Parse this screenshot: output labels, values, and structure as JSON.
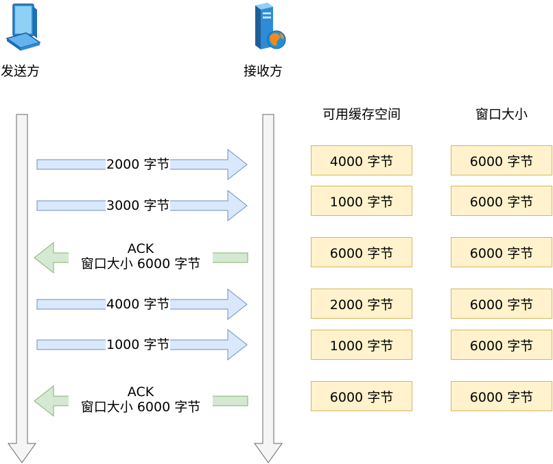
{
  "sender": {
    "label": "发送方",
    "icon": "laptop-icon"
  },
  "receiver": {
    "label": "接收方",
    "icon": "server-globe-icon"
  },
  "table": {
    "headers": [
      "可用缓存空间",
      "窗口大小"
    ],
    "rows": [
      {
        "available": "4000 字节",
        "window": "6000 字节"
      },
      {
        "available": "1000 字节",
        "window": "6000 字节"
      },
      {
        "available": "6000 字节",
        "window": "6000 字节"
      },
      {
        "available": "2000 字节",
        "window": "6000 字节"
      },
      {
        "available": "1000 字节",
        "window": "6000 字节"
      },
      {
        "available": "6000 字节",
        "window": "6000 字节"
      }
    ]
  },
  "messages": [
    {
      "direction": "send",
      "text": "2000 字节"
    },
    {
      "direction": "send",
      "text": "3000 字节"
    },
    {
      "direction": "ack",
      "line1": "ACK",
      "line2": "窗口大小 6000 字节"
    },
    {
      "direction": "send",
      "text": "4000 字节"
    },
    {
      "direction": "send",
      "text": "1000 字节"
    },
    {
      "direction": "ack",
      "line1": "ACK",
      "line2": "窗口大小 6000 字节"
    }
  ],
  "colors": {
    "send_fill": "#dae8fc",
    "send_stroke": "#6c8ebf",
    "ack_fill": "#d5e8d4",
    "ack_stroke": "#82b366",
    "lifeline_fill": "#f5f5f5",
    "lifeline_stroke": "#666666",
    "cell_fill": "#fff2cc",
    "cell_stroke": "#d6b656"
  }
}
